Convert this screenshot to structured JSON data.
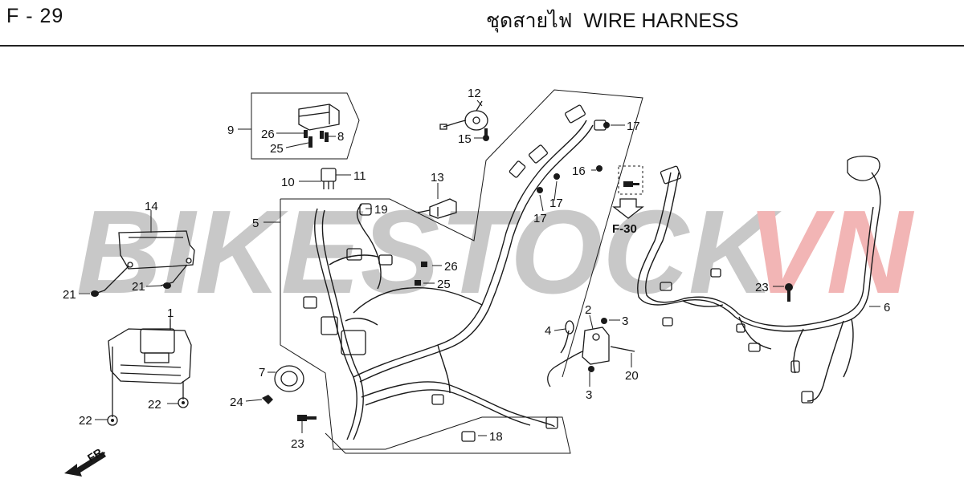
{
  "header": {
    "code": "F - 29",
    "title_thai": "ชุดสายไฟ",
    "title_en": "WIRE HARNESS"
  },
  "watermark": {
    "text_main": "BIKESTOCK",
    "text_accent": "VN",
    "color_main": "#c8c8c8",
    "color_accent": "#f2b5b5"
  },
  "reference": {
    "label": "F-30"
  },
  "direction": {
    "label": "FR."
  },
  "callouts": {
    "c1": "1",
    "c2": "2",
    "c3a": "3",
    "c3b": "3",
    "c4": "4",
    "c5": "5",
    "c6": "6",
    "c7": "7",
    "c8": "8",
    "c9": "9",
    "c10": "10",
    "c11": "11",
    "c12": "12",
    "c13": "13",
    "c14": "14",
    "c15": "15",
    "c16": "16",
    "c17a": "17",
    "c17b": "17",
    "c17c": "17",
    "c18": "18",
    "c19": "19",
    "c20": "20",
    "c21a": "21",
    "c21b": "21",
    "c22a": "22",
    "c22b": "22",
    "c23a": "23",
    "c23b": "23",
    "c24": "24",
    "c25a": "25",
    "c25b": "25",
    "c26a": "26",
    "c26b": "26"
  },
  "colors": {
    "line": "#1a1a1a",
    "accent": "#e88a8a"
  }
}
